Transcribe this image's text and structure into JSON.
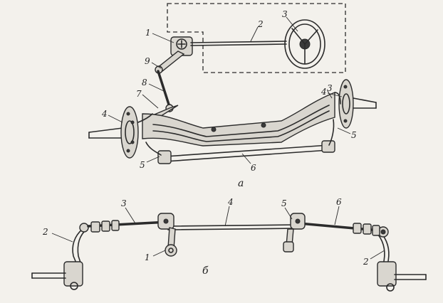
{
  "diagram": {
    "top_labels": [
      "1",
      "2",
      "3",
      "9",
      "8",
      "7",
      "4",
      "4",
      "3",
      "5",
      "5",
      "6"
    ],
    "caption_a": "а",
    "bottom_labels": [
      "3",
      "4",
      "5",
      "6",
      "2",
      "1",
      "2"
    ],
    "caption_b": "б"
  }
}
